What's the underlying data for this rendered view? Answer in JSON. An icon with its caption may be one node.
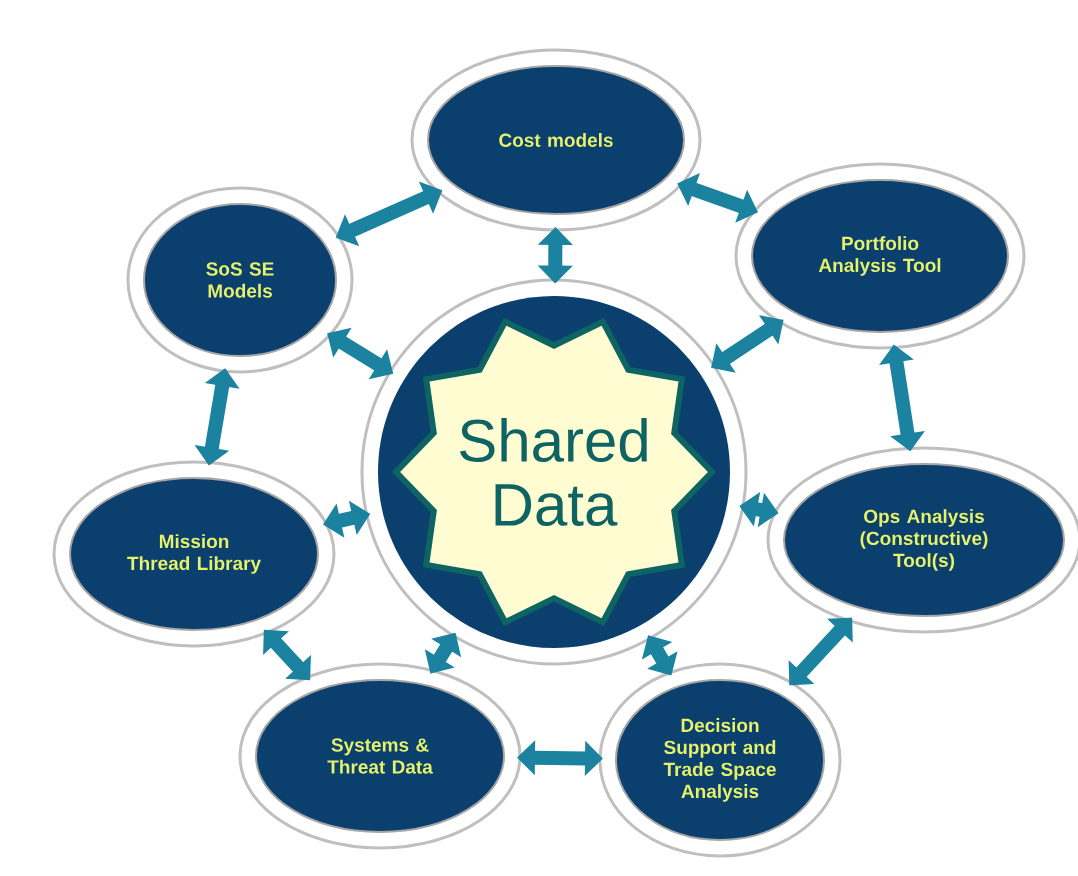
{
  "diagram": {
    "nodes": [
      {
        "text": [
          "Cost models"
        ]
      },
      {
        "text": [
          "SoS SE Models"
        ]
      },
      {
        "text": [
          "Portfolio Analysis Tool"
        ]
      },
      {
        "text": [
          "Shared Data"
        ]
      },
      {
        "text": [
          "Mission Thread Library"
        ]
      },
      {
        "text": [
          "Ops Analysis (Constructive) Tool(s)"
        ]
      },
      {
        "text": [
          "Systems & Threat Data"
        ]
      },
      {
        "text": [
          "Decision Support and Trade Space Analysis"
        ]
      }
    ],
    "edges": [
      {
        "from": 1,
        "to": 0,
        "arrow": "both"
      },
      {
        "from": 0,
        "to": 2,
        "arrow": "both"
      },
      {
        "from": 0,
        "to": 3,
        "arrow": "both"
      },
      {
        "from": 1,
        "to": 3,
        "arrow": "both"
      },
      {
        "from": 2,
        "to": 3,
        "arrow": "both"
      },
      {
        "from": 1,
        "to": 4,
        "arrow": "both"
      },
      {
        "from": 2,
        "to": 5,
        "arrow": "both"
      },
      {
        "from": 4,
        "to": 3,
        "arrow": "both"
      },
      {
        "from": 5,
        "to": 3,
        "arrow": "both"
      },
      {
        "from": 3,
        "to": 6,
        "arrow": "both"
      },
      {
        "from": 3,
        "to": 7,
        "arrow": "both"
      },
      {
        "from": 4,
        "to": 6,
        "arrow": "both"
      },
      {
        "from": 6,
        "to": 7,
        "arrow": "both"
      },
      {
        "from": 5,
        "to": 7,
        "arrow": "both"
      }
    ]
  }
}
